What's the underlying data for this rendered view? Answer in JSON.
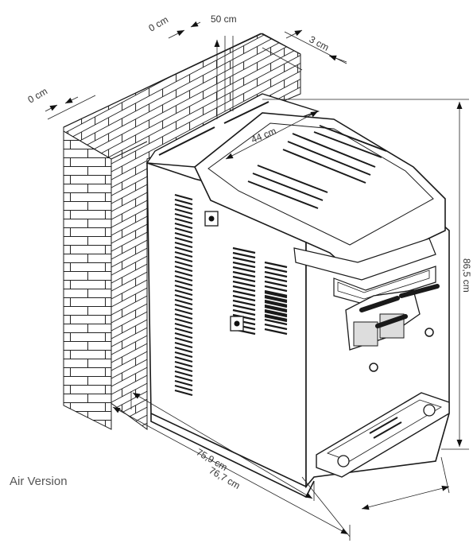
{
  "caption": "Air Version",
  "dimensions": {
    "left_clearance": "0 cm",
    "rear_clearance": "0 cm",
    "top_clearance": "50 cm",
    "side_gap": "3 cm",
    "top_width": "44 cm",
    "height": "86,5 cm",
    "depth_inner": "75,9 cm",
    "depth_outer": "76,7 cm"
  }
}
